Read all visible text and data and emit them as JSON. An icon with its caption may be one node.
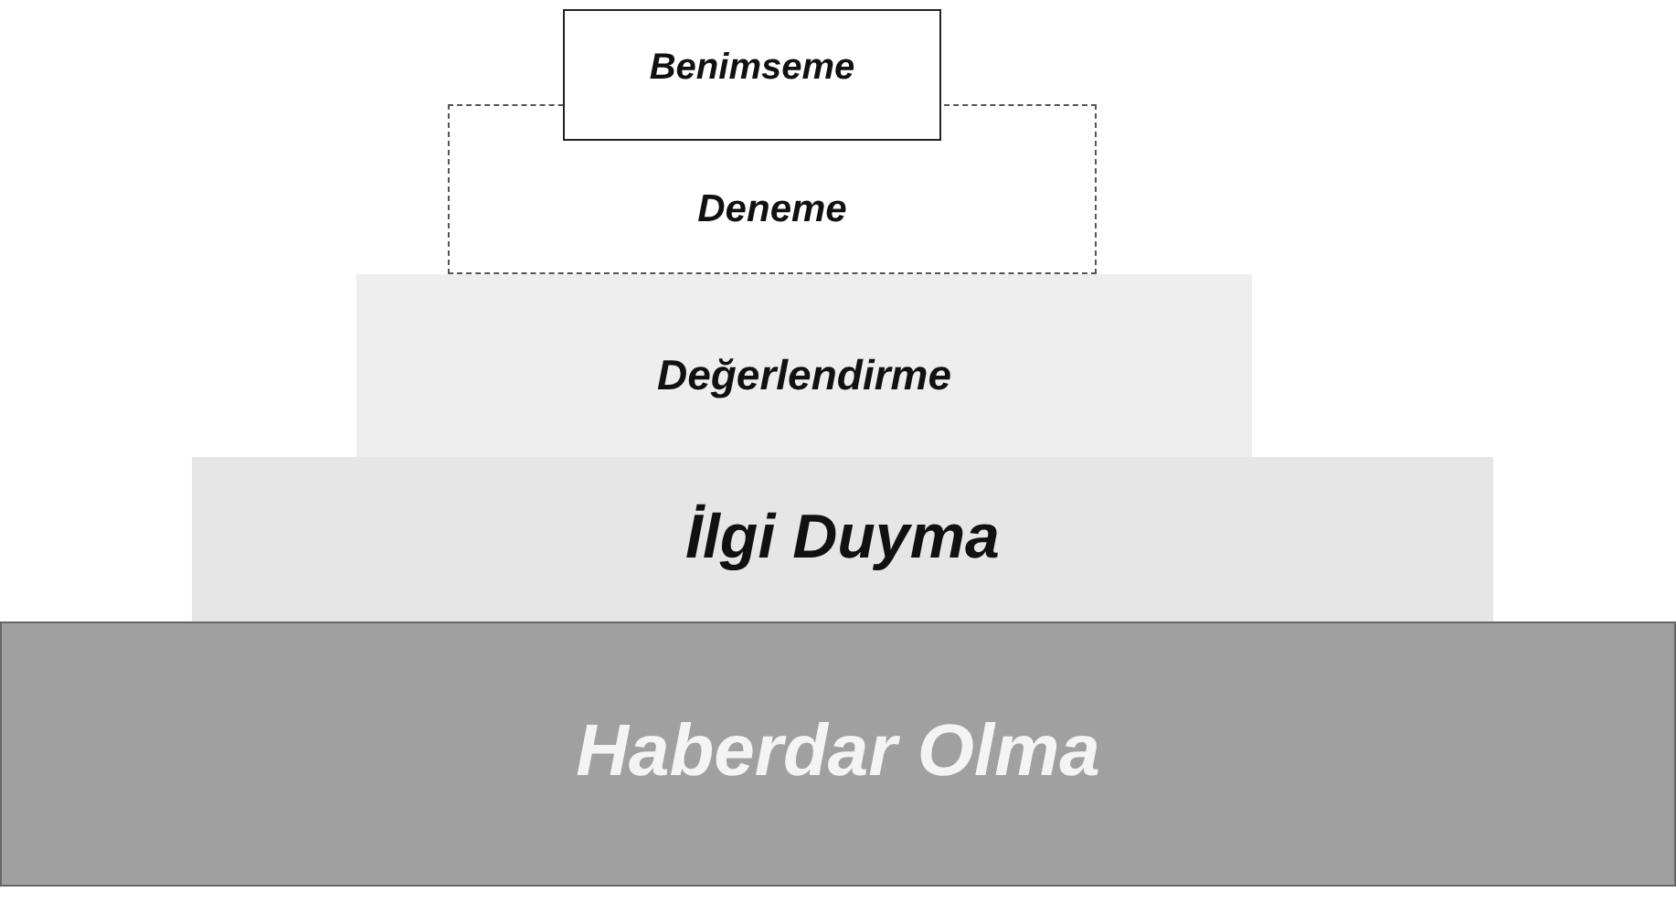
{
  "diagram": {
    "nodes": [
      {
        "text": [
          "Benimseme"
        ]
      },
      {
        "text": [
          "Deneme"
        ]
      },
      {
        "text": [
          "Değerlendirme"
        ]
      },
      {
        "text": [
          "İlgi Duyma"
        ]
      },
      {
        "text": [
          "Haberdar Olma"
        ]
      }
    ]
  }
}
